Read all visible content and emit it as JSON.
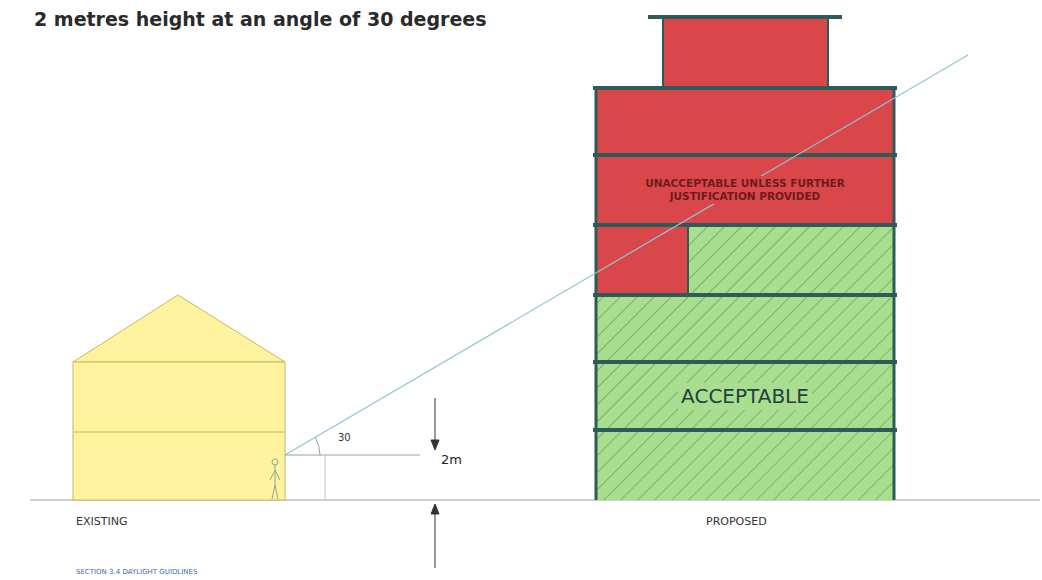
{
  "diagram": {
    "title": "2 metres height at an angle of 30 degrees",
    "caption": "SECTION 3.4 DAYLIGHT GUIDLINES",
    "nodes": [
      {
        "text": [
          "UNACCEPTABLE UNLESS FURTHER JUSTIFICATION PROVIDED"
        ]
      },
      {
        "text": [
          "ACCEPTABLE"
        ]
      }
    ],
    "labels": [
      "30",
      "2m",
      "EXISTING",
      "PROPOSED"
    ]
  }
}
